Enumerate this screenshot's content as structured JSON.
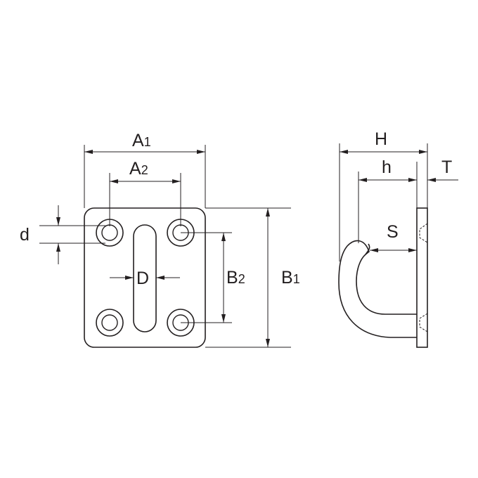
{
  "labels": {
    "A1": {
      "main": "A",
      "sub": "1"
    },
    "A2": {
      "main": "A",
      "sub": "2"
    },
    "B1": {
      "main": "B",
      "sub": "1"
    },
    "B2": {
      "main": "B",
      "sub": "2"
    },
    "d": "d",
    "D": "D",
    "H": "H",
    "h": "h",
    "T": "T",
    "S": "S"
  }
}
